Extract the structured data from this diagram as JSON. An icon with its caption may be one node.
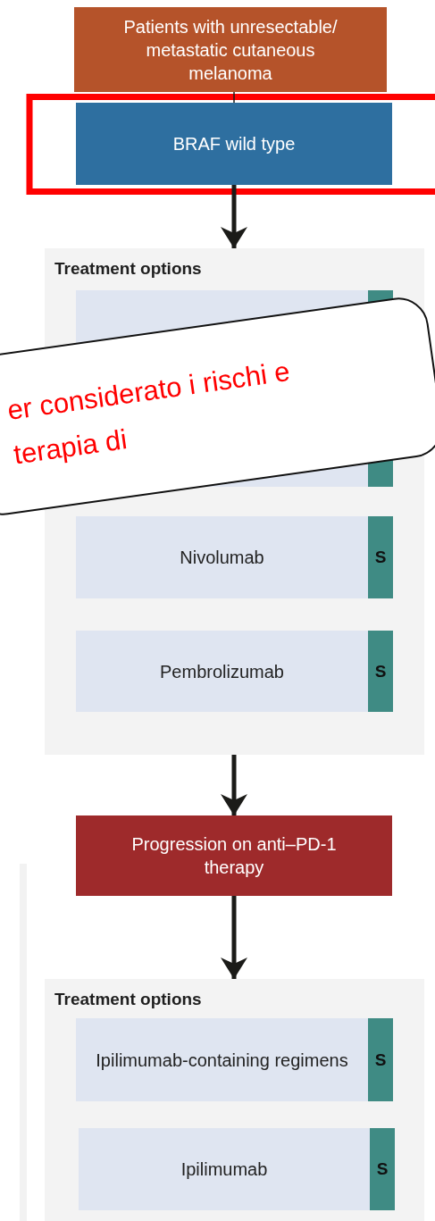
{
  "diagram": {
    "nodes": [
      {
        "text": [
          "Patients with unresectable/ metastatic cutaneous melanoma"
        ]
      },
      {
        "text": [
          "BRAF wild type"
        ]
      },
      {
        "text": [
          "Treatment options"
        ]
      },
      {
        "text": [
          "Nivolumab",
          "S"
        ],
        "in": 2
      },
      {
        "text": [
          "Pembrolizumab",
          "S"
        ],
        "in": 2
      },
      {
        "text": [
          "Progression on anti–PD-1 therapy"
        ]
      },
      {
        "text": [
          "Treatment options"
        ]
      },
      {
        "text": [
          "Ipilimumab-containing regimens",
          "S"
        ],
        "in": 6
      },
      {
        "text": [
          "Ipilimumab",
          "S"
        ],
        "in": 6
      },
      {
        "text": [
          "er considerato i rischi e terapia di"
        ]
      }
    ],
    "edges": [
      {
        "from": 0,
        "to": 1,
        "arrow": "none"
      },
      {
        "from": 1,
        "to": 2,
        "arrow": "to"
      },
      {
        "from": 2,
        "to": 5,
        "arrow": "to"
      },
      {
        "from": 5,
        "to": 6,
        "arrow": "to"
      }
    ]
  }
}
